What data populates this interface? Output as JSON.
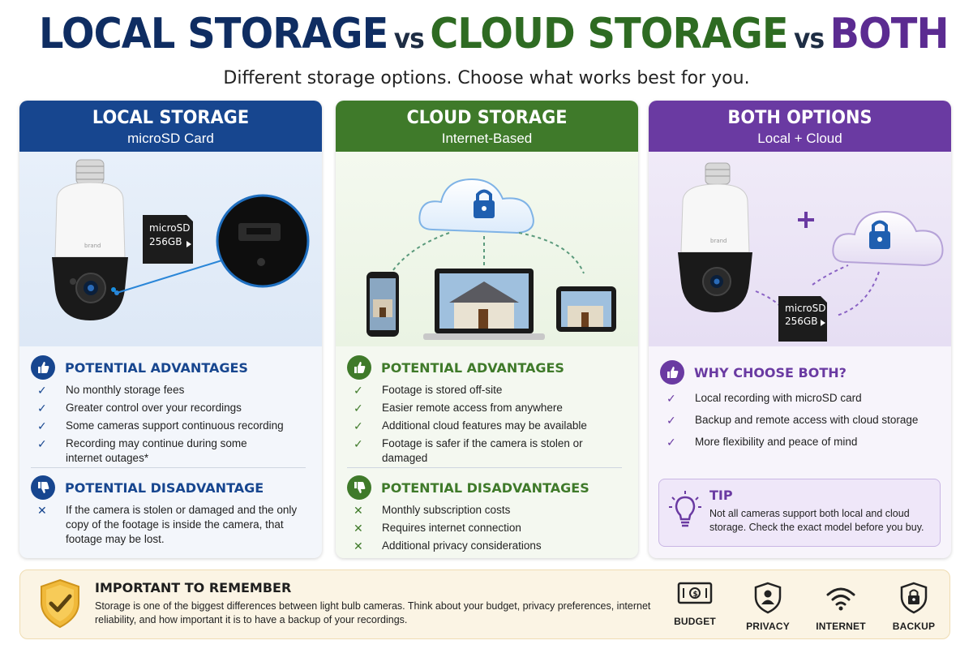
{
  "header": {
    "title_local": "LOCAL STORAGE",
    "title_vs1": "vs",
    "title_cloud": "CLOUD STORAGE",
    "title_vs2": "vs",
    "title_both": "BOTH",
    "subtitle": "Different storage options. Choose what works best for you."
  },
  "local": {
    "title": "LOCAL STORAGE",
    "subtitle": "microSD Card",
    "camera_brand": "brand",
    "card_line1": "microSD",
    "card_line2": "256GB",
    "advantages_title": "POTENTIAL ADVANTAGES",
    "advantages": [
      "No monthly storage fees",
      "Greater control over your recordings",
      "Some cameras support continuous recording",
      "Recording may continue during some internet outages*"
    ],
    "disadvantages_title": "POTENTIAL DISADVANTAGE",
    "disadvantages": [
      "If the camera is stolen or damaged and the only copy of the footage is inside the camera, that footage may be lost."
    ]
  },
  "cloud": {
    "title": "CLOUD STORAGE",
    "subtitle": "Internet-Based",
    "advantages_title": "POTENTIAL ADVANTAGES",
    "advantages": [
      "Footage is stored off-site",
      "Easier remote access from anywhere",
      "Additional cloud features may be available",
      "Footage is safer if the camera is stolen or damaged"
    ],
    "disadvantages_title": "POTENTIAL DISADVANTAGES",
    "disadvantages": [
      "Monthly subscription costs",
      "Requires internet connection",
      "Additional privacy considerations"
    ]
  },
  "both": {
    "title": "BOTH OPTIONS",
    "subtitle": "Local + Cloud",
    "camera_brand": "brand",
    "card_line1": "microSD",
    "card_line2": "256GB",
    "why_title": "WHY CHOOSE BOTH?",
    "why": [
      "Local recording with microSD card",
      "Backup and remote access with cloud storage",
      "More flexibility and peace of mind"
    ],
    "tip_title": "TIP",
    "tip_text": "Not all cameras support both local and cloud storage. Check the exact model before you buy."
  },
  "remember": {
    "title": "IMPORTANT TO REMEMBER",
    "text": "Storage is one of the biggest differences between light bulb cameras. Think about your budget, privacy preferences, internet reliability, and how important it is to have a backup of your recordings.",
    "icons": [
      {
        "label": "BUDGET",
        "icon": "money-icon"
      },
      {
        "label": "PRIVACY",
        "icon": "privacy-shield-icon"
      },
      {
        "label": "INTERNET",
        "icon": "wifi-icon"
      },
      {
        "label": "BACKUP",
        "icon": "backup-lock-icon"
      }
    ]
  },
  "colors": {
    "local": "#17468f",
    "cloud": "#3f7a2a",
    "both": "#6a3aa2",
    "title_blue": "#0f2d62"
  }
}
